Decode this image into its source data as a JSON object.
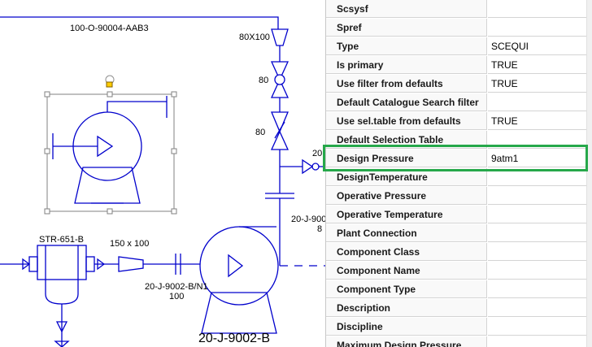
{
  "diagram": {
    "labels": {
      "top_line": "100-O-90004-AAB3",
      "reducer_top": "80X100",
      "valve1": "80",
      "check_valve": "80",
      "tag_cut": "20",
      "strainer": "STR-651-B",
      "reducer_left": "150 x 100",
      "nozzle_tag": "20-J-9002-B/N1",
      "nozzle_size": "100",
      "pump_tag": "20-J-9002-B",
      "right_tag": "20-J-900",
      "right_num": "8"
    }
  },
  "properties": {
    "rows": [
      {
        "key": "Scsysf",
        "value": ""
      },
      {
        "key": "Spref",
        "value": ""
      },
      {
        "key": "Type",
        "value": "SCEQUI"
      },
      {
        "key": "Is primary",
        "value": "TRUE"
      },
      {
        "key": "Use filter from defaults",
        "value": "TRUE"
      },
      {
        "key": "Default Catalogue Search filter",
        "value": ""
      },
      {
        "key": "Use sel.table from defaults",
        "value": "TRUE"
      },
      {
        "key": "Default Selection Table",
        "value": ""
      },
      {
        "key": "Design Pressure",
        "value": "9atm1"
      },
      {
        "key": "DesignTemperature",
        "value": ""
      },
      {
        "key": "Operative Pressure",
        "value": ""
      },
      {
        "key": "Operative Temperature",
        "value": ""
      },
      {
        "key": "Plant Connection",
        "value": ""
      },
      {
        "key": "Component Class",
        "value": ""
      },
      {
        "key": "Component Name",
        "value": ""
      },
      {
        "key": "Component Type",
        "value": ""
      },
      {
        "key": "Description",
        "value": ""
      },
      {
        "key": "Discipline",
        "value": ""
      },
      {
        "key": "Maximum Design Pressure",
        "value": ""
      }
    ]
  },
  "colors": {
    "line": "#0000cc",
    "highlight": "#26a84a"
  }
}
